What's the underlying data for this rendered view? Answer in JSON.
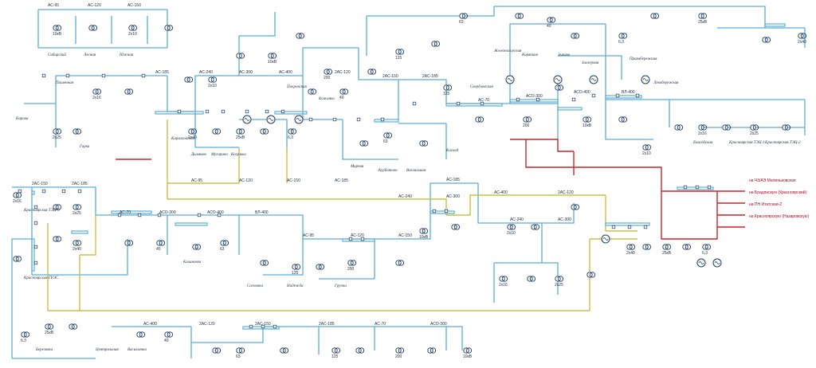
{
  "colors": {
    "line110": "#5aaed6",
    "line220": "#c9c243",
    "line500": "#c8242c",
    "bus": "#5aaed6",
    "equipment": "#1d3b66",
    "label": "#1a2a3a",
    "background": "#ffffff"
  },
  "red_labels": [
    {
      "name": "label-to-nps-krasnoyarsk",
      "text": "на Ч3/АЭ Маленьковская"
    },
    {
      "name": "label-to-bradyanskaya",
      "text": "на Брадянскую (Красноярский)"
    },
    {
      "name": "label-to-ps-1",
      "text": "на ПН Итатская-2"
    },
    {
      "name": "label-to-krasnoyarsk",
      "text": "на Красноярскую (Назаровскую)"
    }
  ],
  "substations": [
    {
      "name": "substation-sibirskiy",
      "text": "Сибирский"
    },
    {
      "name": "substation-lesnaya",
      "text": "Лесная"
    },
    {
      "name": "substation-yuzhnaya",
      "text": "Южная"
    },
    {
      "name": "substation-pashennaya",
      "text": "Пашенная"
    },
    {
      "name": "substation-kirova",
      "text": "Кирова"
    },
    {
      "name": "substation-gorka",
      "text": "Горка"
    },
    {
      "name": "substation-kirillovskaya",
      "text": "Кирилловская"
    },
    {
      "name": "substation-dimbovo",
      "text": "Дымково"
    },
    {
      "name": "substation-mugarino",
      "text": "Мугарино"
    },
    {
      "name": "substation-kozulka",
      "text": "Козулька"
    },
    {
      "name": "substation-pokrovskaya",
      "text": "Покровская"
    },
    {
      "name": "substation-kozhanka",
      "text": "Кожанка"
    },
    {
      "name": "substation-mirnaya",
      "text": "Мирная"
    },
    {
      "name": "substation-kurbatovo",
      "text": "Курбатово"
    },
    {
      "name": "substation-vokzalnaya",
      "text": "Вокзальная"
    },
    {
      "name": "substation-kaskad",
      "text": "Каскад"
    },
    {
      "name": "substation-sverdlovskaya",
      "text": "Свердловская"
    },
    {
      "name": "substation-zhelezno",
      "text": "Железногорская"
    },
    {
      "name": "substation-koryakino",
      "text": "Корякино"
    },
    {
      "name": "substation-zykovo",
      "text": "Зыково"
    },
    {
      "name": "substation-zaozernaya",
      "text": "Заозерная"
    },
    {
      "name": "substation-pravoberezh",
      "text": "Правобережная"
    },
    {
      "name": "substation-levoberezh",
      "text": "Левобережная"
    },
    {
      "name": "substation-yeniseysk",
      "text": "Енисейская"
    },
    {
      "name": "substation-krasnoyarskaya-tec1",
      "text": "Красноярская ТЭЦ-1"
    },
    {
      "name": "substation-krasnoyarskaya-tec2",
      "text": "Красноярская ТЭЦ-2"
    },
    {
      "name": "substation-krasnoyarskaya-tec3",
      "text": "Красноярская ТЭЦ-3"
    },
    {
      "name": "substation-krasnoyarskaya-gres",
      "text": "Красноярская ГРЭС"
    },
    {
      "name": "substation-berezovka",
      "text": "Березовка"
    },
    {
      "name": "substation-tsentralnaya",
      "text": "Центральная"
    },
    {
      "name": "substation-vasilevka",
      "text": "Васильевка"
    },
    {
      "name": "substation-kalinovka",
      "text": "Калиновка"
    },
    {
      "name": "substation-sosnovka",
      "text": "Сосновка"
    },
    {
      "name": "substation-nadezhda",
      "text": "Надежда"
    },
    {
      "name": "substation-gruppa",
      "text": "Группа"
    }
  ],
  "line_labels": [
    {
      "name": "line-label-1",
      "text": "АС-95"
    },
    {
      "name": "line-label-2",
      "text": "АС-120"
    },
    {
      "name": "line-label-3",
      "text": "АС-150"
    },
    {
      "name": "line-label-4",
      "text": "АС-185"
    },
    {
      "name": "line-label-5",
      "text": "АС-240"
    },
    {
      "name": "line-label-6",
      "text": "АС-300"
    },
    {
      "name": "line-label-7",
      "text": "АС-400"
    },
    {
      "name": "line-label-8",
      "text": "2АС-120"
    },
    {
      "name": "line-label-9",
      "text": "2АС-150"
    },
    {
      "name": "line-label-10",
      "text": "2АС-185"
    },
    {
      "name": "line-label-11",
      "text": "АС-70"
    },
    {
      "name": "line-label-12",
      "text": "АСО-300"
    },
    {
      "name": "line-label-13",
      "text": "АСО-400"
    },
    {
      "name": "line-label-14",
      "text": "ВЛ-400"
    }
  ],
  "transformer_ratings": [
    "10кВ",
    "2х10",
    "2х16",
    "2х25",
    "2х40",
    "25кВ",
    "6,3",
    "40",
    "63",
    "125",
    "200"
  ]
}
